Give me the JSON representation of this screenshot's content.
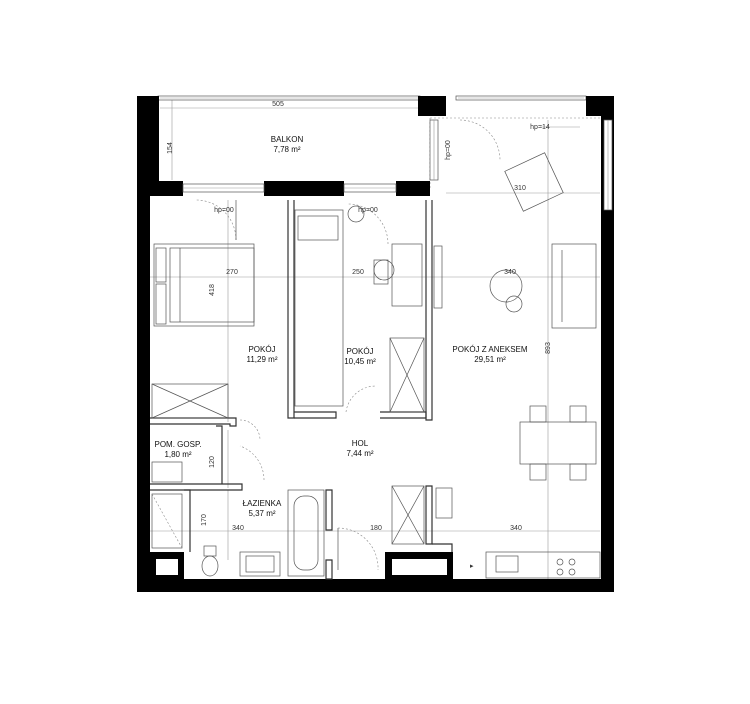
{
  "rooms": {
    "balkon": {
      "name": "BALKON",
      "area": "7,78 m²"
    },
    "pokoj1": {
      "name": "POKÓJ",
      "area": "11,29 m²"
    },
    "pokoj2": {
      "name": "POKÓJ",
      "area": "10,45 m²"
    },
    "pokoj_aneks": {
      "name": "POKÓJ Z ANEKSEM",
      "area": "29,51 m²"
    },
    "hol": {
      "name": "HOL",
      "area": "7,44 m²"
    },
    "pom_gosp": {
      "name": "POM. GOSP.",
      "area": "1,80 m²"
    },
    "lazienka": {
      "name": "ŁAZIENKA",
      "area": "5,37 m²"
    }
  },
  "dimensions": {
    "balkon_width": "505",
    "balkon_depth": "154",
    "room1_width": "270",
    "room2_width": "250",
    "living_width": "340",
    "living_upper_width": "310",
    "room1_depth": "418",
    "living_depth": "893",
    "pom_depth": "120",
    "bath_depth": "170",
    "bottom_left": "340",
    "bottom_mid": "180",
    "bottom_right": "340"
  },
  "sill_heights": {
    "room1_window": "hp=00",
    "room2_window": "hp=00",
    "living_window_top": "hp=14",
    "living_window_side": "hp=00"
  }
}
